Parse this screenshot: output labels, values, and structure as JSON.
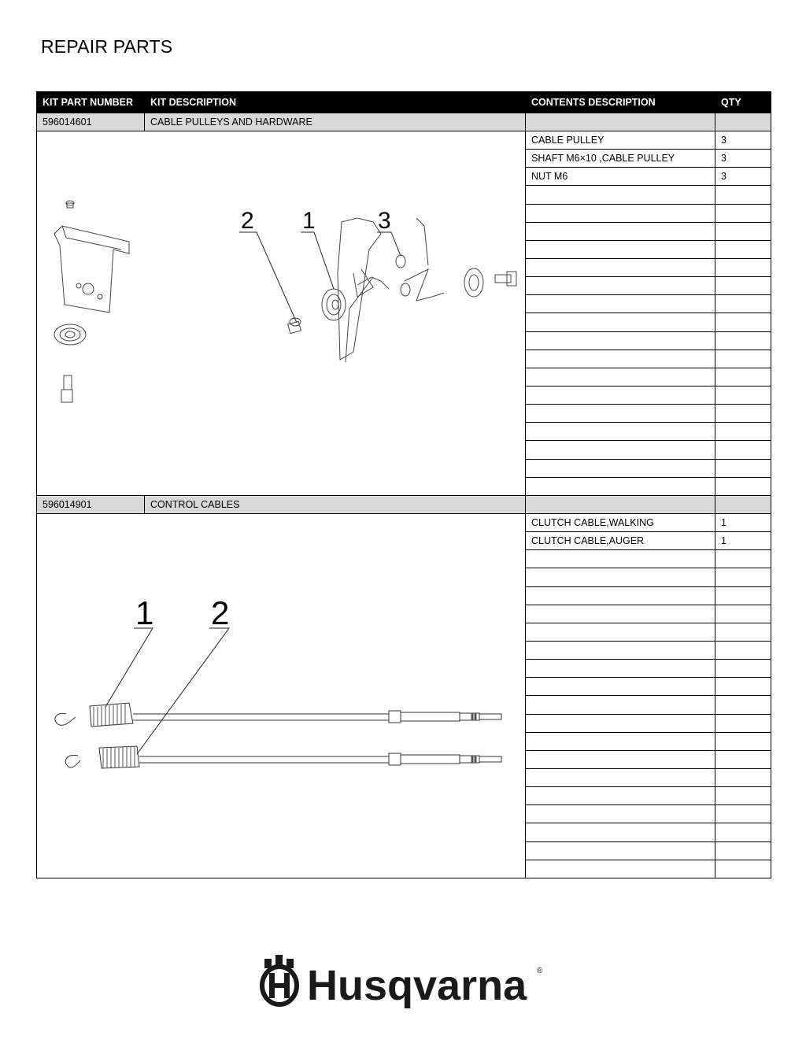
{
  "page": {
    "title": "REPAIR PARTS"
  },
  "table": {
    "headers": [
      "KIT PART NUMBER",
      "KIT DESCRIPTION",
      "CONTENTS DESCRIPTION",
      "QTY"
    ],
    "kits": [
      {
        "part_number": "596014601",
        "description": "CABLE PULLEYS AND HARDWARE",
        "callouts": [
          "2",
          "1",
          "3"
        ],
        "contents": [
          {
            "description": "CABLE PULLEY",
            "qty": "3"
          },
          {
            "description": "SHAFT M6×10 ,CABLE PULLEY",
            "qty": "3"
          },
          {
            "description": "NUT M6",
            "qty": "3"
          }
        ]
      },
      {
        "part_number": "596014901",
        "description": "CONTROL CABLES",
        "callouts": [
          "1",
          "2"
        ],
        "contents": [
          {
            "description": "CLUTCH CABLE,WALKING",
            "qty": "1"
          },
          {
            "description": "CLUTCH CABLE,AUGER",
            "qty": "1"
          }
        ]
      }
    ]
  },
  "footer": {
    "logo_text": "Husqvarna",
    "registered_mark": "®",
    "logo_icon": "husqvarna-crown-h-icon"
  }
}
